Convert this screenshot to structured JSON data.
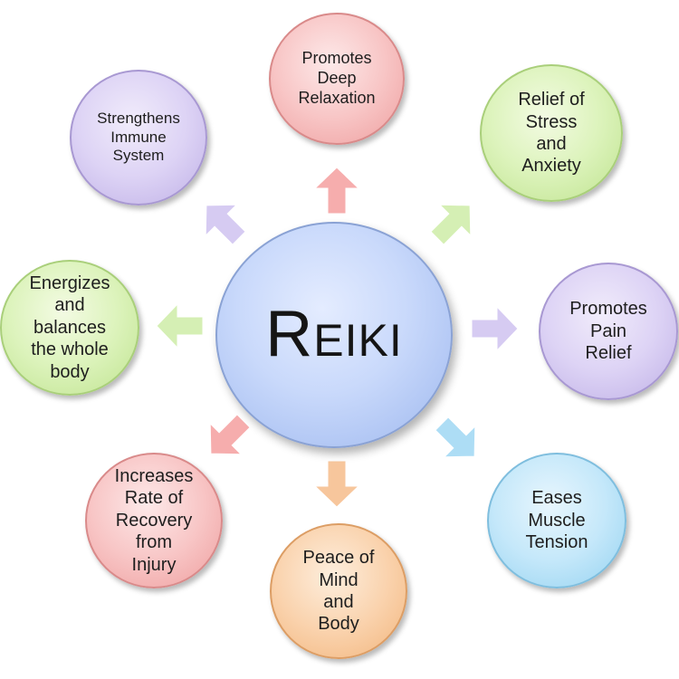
{
  "center": {
    "label": "Reiki"
  },
  "nodes": [
    {
      "id": "top",
      "label": "Promotes\nDeep\nRelaxation",
      "color": "#f8c6c6"
    },
    {
      "id": "top-right",
      "label": "Relief of\nStress\nand\nAnxiety",
      "color": "#dcf3bb"
    },
    {
      "id": "right",
      "label": "Promotes\nPain\nRelief",
      "color": "#ddd3f5"
    },
    {
      "id": "bot-right",
      "label": "Eases\nMuscle\nTension",
      "color": "#c5e8fa"
    },
    {
      "id": "bottom",
      "label": "Peace of\nMind\nand\nBody",
      "color": "#fad3ae"
    },
    {
      "id": "bot-left",
      "label": "Increases\nRate of\nRecovery\nfrom\nInjury",
      "color": "#f8c6c6"
    },
    {
      "id": "left",
      "label": "Energizes\nand\nbalances\nthe whole\nbody",
      "color": "#dcf3bb"
    },
    {
      "id": "top-left",
      "label": "Strengthens\nImmune\nSystem",
      "color": "#ddd3f5"
    }
  ],
  "arrows": [
    {
      "to": "top",
      "color": "#f6a9a9"
    },
    {
      "to": "top-right",
      "color": "#d3efb0"
    },
    {
      "to": "right",
      "color": "#d4c9f2"
    },
    {
      "to": "bot-right",
      "color": "#a9dcf5"
    },
    {
      "to": "bottom",
      "color": "#f7c497"
    },
    {
      "to": "bot-left",
      "color": "#f6a9a9"
    },
    {
      "to": "left",
      "color": "#d3efb0"
    },
    {
      "to": "top-left",
      "color": "#d4c9f2"
    }
  ]
}
